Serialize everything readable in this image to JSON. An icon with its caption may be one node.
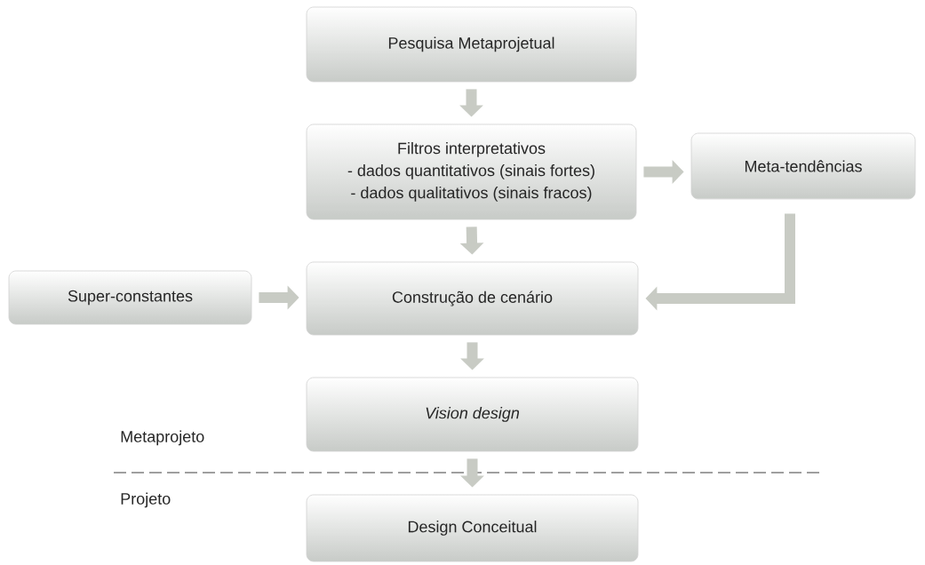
{
  "diagram": {
    "nodes": [
      {
        "text": [
          "Pesquisa Metaprojetual"
        ]
      },
      {
        "text": [
          "Filtros interpretativos",
          "- dados quantitativos (sinais fortes)",
          "- dados qualitativos (sinais fracos)"
        ]
      },
      {
        "text": [
          "Meta-tendências"
        ]
      },
      {
        "text": [
          "Super-constantes"
        ]
      },
      {
        "text": [
          "Construção de cenário"
        ]
      },
      {
        "text": [
          "Vision design"
        ]
      },
      {
        "text": [
          "Design Conceitual"
        ]
      }
    ],
    "edges": [
      {
        "from": 0,
        "to": 1,
        "arrow": "to"
      },
      {
        "from": 1,
        "to": 2,
        "arrow": "to"
      },
      {
        "from": 1,
        "to": 4,
        "arrow": "to"
      },
      {
        "from": 3,
        "to": 4,
        "arrow": "to"
      },
      {
        "from": 2,
        "to": 4,
        "arrow": "to"
      },
      {
        "from": 4,
        "to": 5,
        "arrow": "to"
      },
      {
        "from": 5,
        "to": 6,
        "arrow": "to"
      }
    ],
    "labels": [
      "Metaprojeto",
      "Projeto"
    ]
  }
}
